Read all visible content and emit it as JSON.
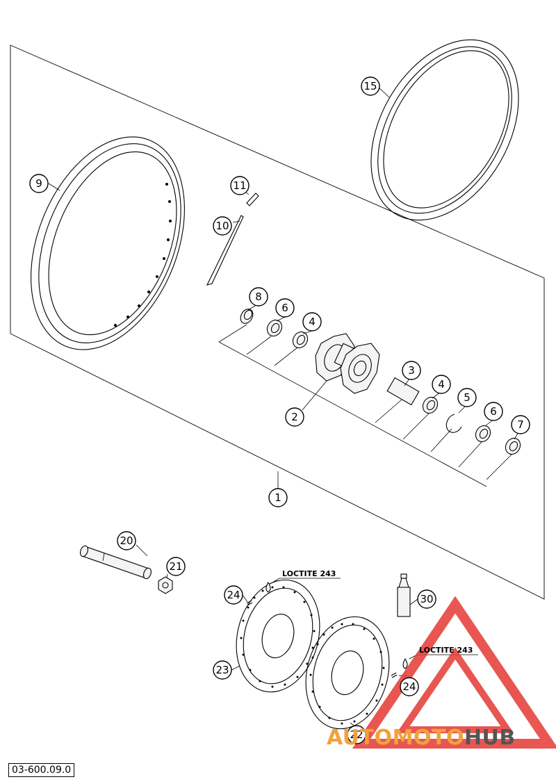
{
  "drawing_number": "03-600.09.0",
  "callouts": [
    {
      "id": "c15",
      "label": "15"
    },
    {
      "id": "c9",
      "label": "9"
    },
    {
      "id": "c11",
      "label": "11"
    },
    {
      "id": "c10",
      "label": "10"
    },
    {
      "id": "c8",
      "label": "8"
    },
    {
      "id": "c6a",
      "label": "6"
    },
    {
      "id": "c4a",
      "label": "4"
    },
    {
      "id": "c3",
      "label": "3"
    },
    {
      "id": "c2",
      "label": "2"
    },
    {
      "id": "c4b",
      "label": "4"
    },
    {
      "id": "c5",
      "label": "5"
    },
    {
      "id": "c6b",
      "label": "6"
    },
    {
      "id": "c7",
      "label": "7"
    },
    {
      "id": "c1",
      "label": "1"
    },
    {
      "id": "c20",
      "label": "20"
    },
    {
      "id": "c21",
      "label": "21"
    },
    {
      "id": "c24a",
      "label": "24"
    },
    {
      "id": "c30",
      "label": "30"
    },
    {
      "id": "c23",
      "label": "23"
    },
    {
      "id": "c24b",
      "label": "24"
    },
    {
      "id": "c22",
      "label": "22"
    }
  ],
  "notes": {
    "loctite_left": "LOCTITE 243",
    "loctite_right": "LOCTITE 243"
  },
  "watermark": {
    "part_a": "AUTOMOTO",
    "part_b": "HUB",
    "color_a": "#f2a13a",
    "color_b": "#555555",
    "triangle_color": "#e53935"
  }
}
